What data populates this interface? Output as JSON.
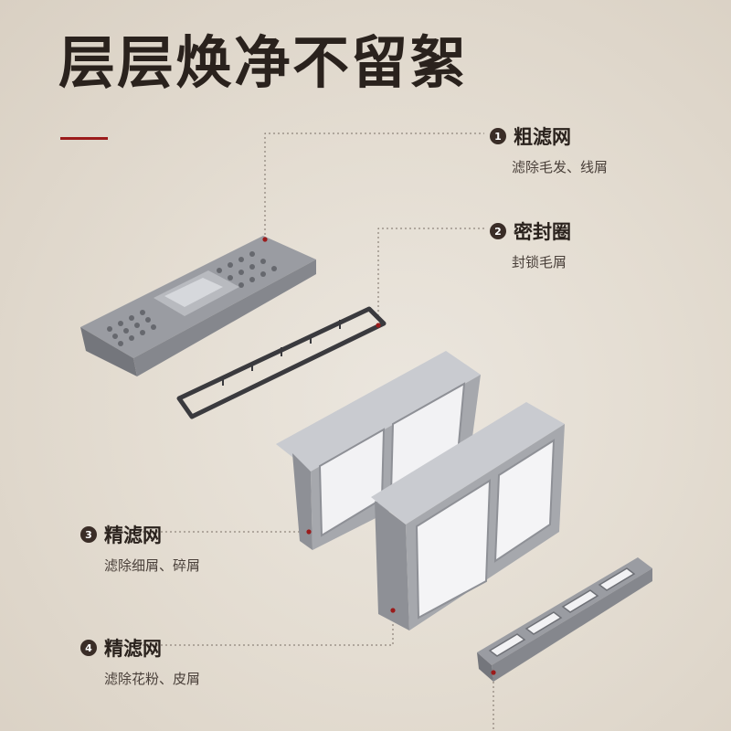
{
  "title": "层层焕净不留絮",
  "accent_color": "#9b1b1b",
  "callouts": [
    {
      "num": "1",
      "name": "粗滤网",
      "desc": "滤除毛发、线屑"
    },
    {
      "num": "2",
      "name": "密封圈",
      "desc": "封锁毛屑"
    },
    {
      "num": "3",
      "name": "精滤网",
      "desc": "滤除细屑、碎屑"
    },
    {
      "num": "4",
      "name": "精滤网",
      "desc": "滤除花粉、皮屑"
    }
  ]
}
